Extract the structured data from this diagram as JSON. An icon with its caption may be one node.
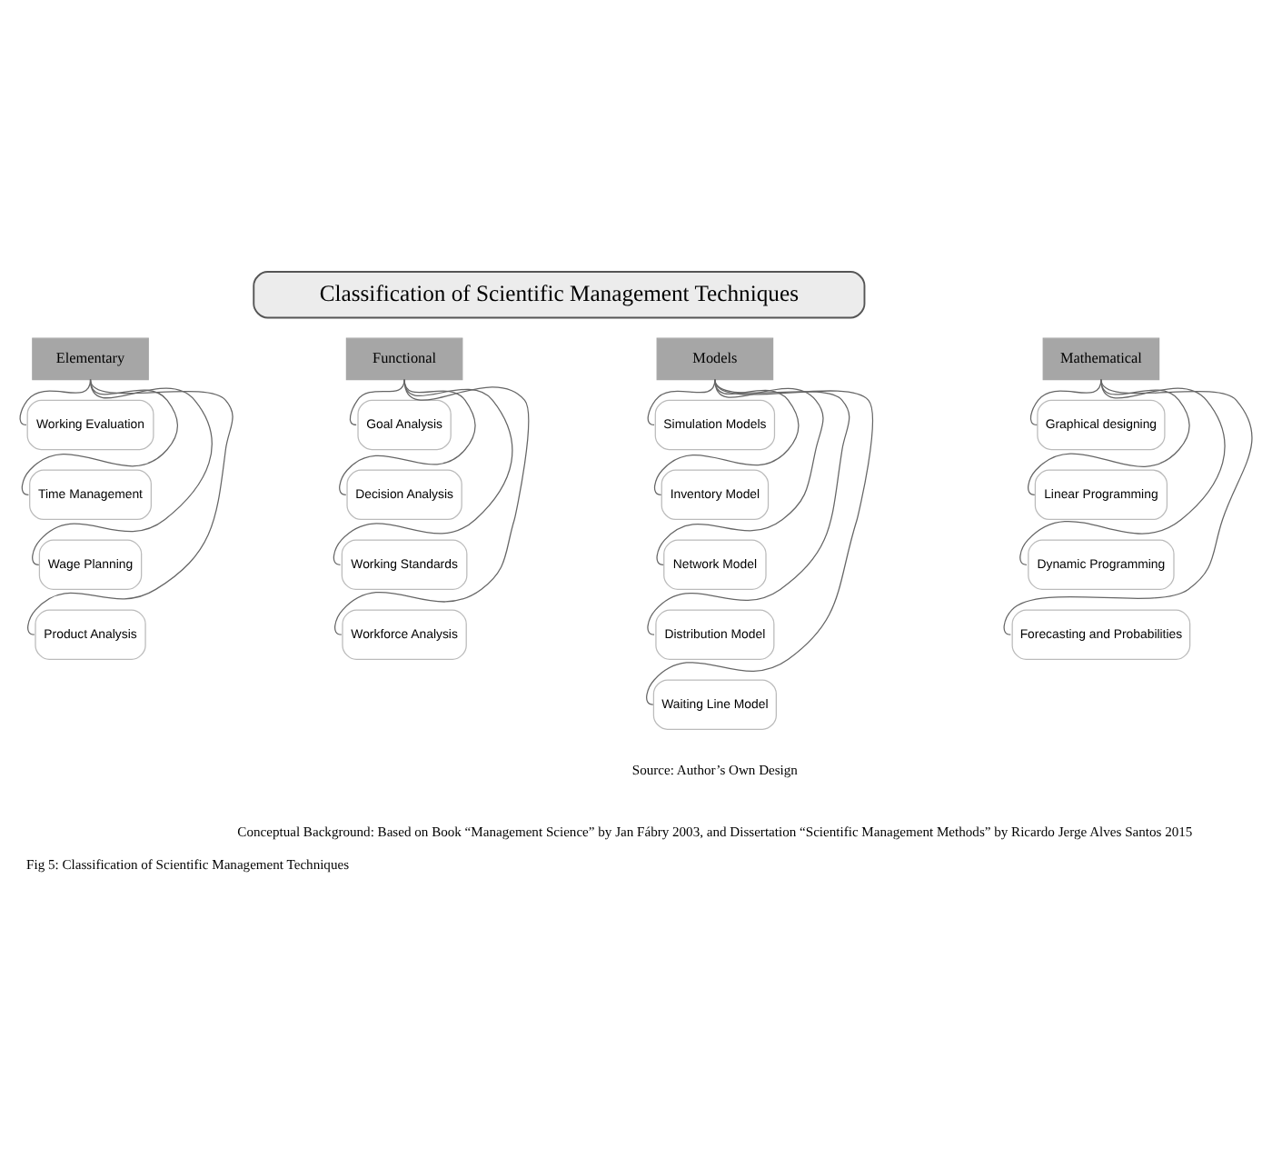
{
  "diagram": {
    "caption": "Fig 5: Classification of Scientific Management Techniques",
    "nodes": [
      {
        "text": [
          "Classification of Scientific Management Techniques"
        ]
      },
      {
        "text": [
          "Elementary"
        ]
      },
      {
        "text": [
          "Functional"
        ]
      },
      {
        "text": [
          "Models"
        ]
      },
      {
        "text": [
          "Mathematical"
        ]
      },
      {
        "text": [
          "Working Evaluation"
        ]
      },
      {
        "text": [
          "Time Management"
        ]
      },
      {
        "text": [
          "Wage Planning"
        ]
      },
      {
        "text": [
          "Product Analysis"
        ]
      },
      {
        "text": [
          "Goal Analysis"
        ]
      },
      {
        "text": [
          "Decision Analysis"
        ]
      },
      {
        "text": [
          "Working Standards"
        ]
      },
      {
        "text": [
          "Workforce Analysis"
        ]
      },
      {
        "text": [
          "Simulation Models"
        ]
      },
      {
        "text": [
          "Inventory Model"
        ]
      },
      {
        "text": [
          "Network Model"
        ]
      },
      {
        "text": [
          "Distribution Model"
        ]
      },
      {
        "text": [
          "Waiting Line Model"
        ]
      },
      {
        "text": [
          "Graphical designing"
        ]
      },
      {
        "text": [
          "Linear Programming"
        ]
      },
      {
        "text": [
          "Dynamic Programming"
        ]
      },
      {
        "text": [
          "Forecasting and Probabilities"
        ]
      }
    ],
    "edges": [
      {
        "from": 1,
        "to": 5,
        "arrow": "none"
      },
      {
        "from": 1,
        "to": 6,
        "arrow": "none"
      },
      {
        "from": 1,
        "to": 7,
        "arrow": "none"
      },
      {
        "from": 1,
        "to": 8,
        "arrow": "none"
      },
      {
        "from": 2,
        "to": 9,
        "arrow": "none"
      },
      {
        "from": 2,
        "to": 10,
        "arrow": "none"
      },
      {
        "from": 2,
        "to": 11,
        "arrow": "none"
      },
      {
        "from": 2,
        "to": 12,
        "arrow": "none"
      },
      {
        "from": 3,
        "to": 13,
        "arrow": "none"
      },
      {
        "from": 3,
        "to": 14,
        "arrow": "none"
      },
      {
        "from": 3,
        "to": 15,
        "arrow": "none"
      },
      {
        "from": 3,
        "to": 16,
        "arrow": "none"
      },
      {
        "from": 3,
        "to": 17,
        "arrow": "none"
      },
      {
        "from": 4,
        "to": 18,
        "arrow": "none"
      },
      {
        "from": 4,
        "to": 19,
        "arrow": "none"
      },
      {
        "from": 4,
        "to": 20,
        "arrow": "none"
      },
      {
        "from": 4,
        "to": 21,
        "arrow": "none"
      }
    ],
    "labels": [
      "Source: Author’s Own Design",
      "Conceptual Background: Based on Book “Management Science” by Jan Fábry 2003, and Dissertation “Scientific Management Methods” by Ricardo Jerge Alves Santos 2015"
    ]
  }
}
